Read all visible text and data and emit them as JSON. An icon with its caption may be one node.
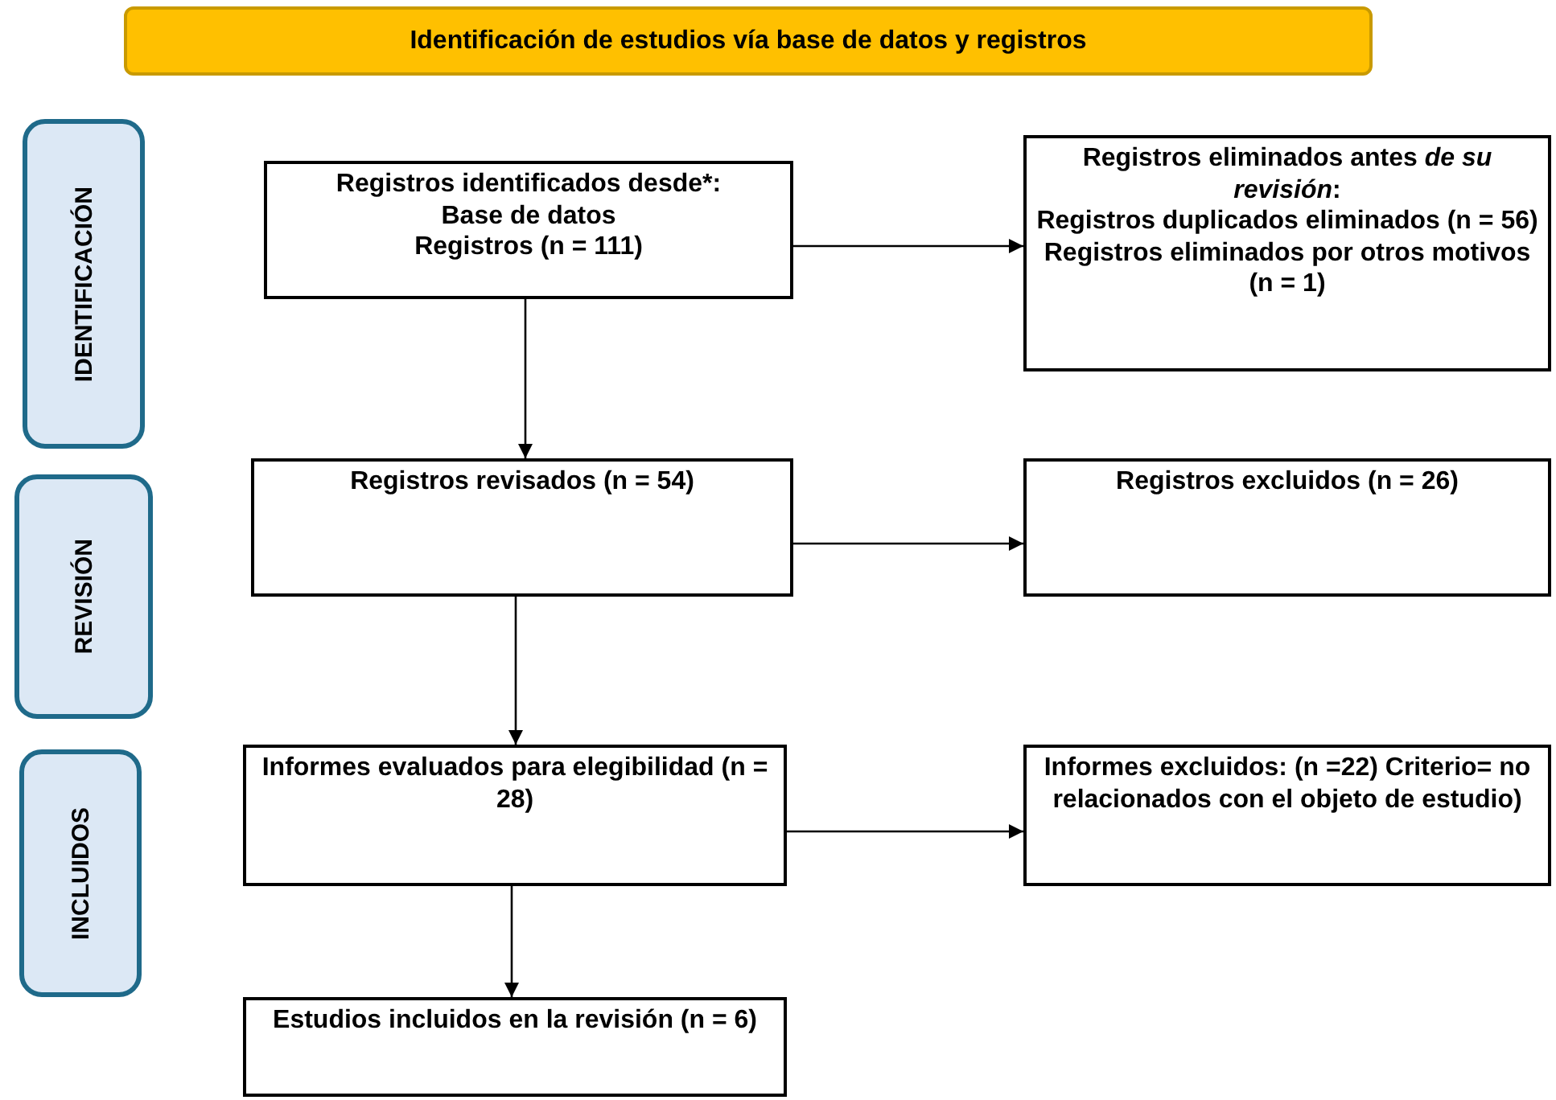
{
  "diagram": {
    "nodes": [
      {
        "text": [
          "Identificación de estudios vía base de datos y registros"
        ]
      },
      {
        "text": [
          "IDENTIFICACIÓN"
        ]
      },
      {
        "text": [
          "REVISIÓN"
        ]
      },
      {
        "text": [
          "INCLUIDOS"
        ]
      },
      {
        "text": [
          "Registros identificados desde*:",
          "Base de datos",
          "Registros (n = 111)"
        ]
      },
      {
        "text": [
          "Registros eliminados antes *de su revisión*:",
          "Registros duplicados eliminados (n = 56)",
          "Registros eliminados por otros motivos (n = 1)"
        ]
      },
      {
        "text": [
          "Registros revisados (n = 54)"
        ]
      },
      {
        "text": [
          "Registros excluidos (n = 26)"
        ]
      },
      {
        "text": [
          "Informes evaluados para elegibilidad (n = 28)"
        ]
      },
      {
        "text": [
          "Informes excluidos: (n =22) Criterio= no relacionados con el objeto de estudio)"
        ]
      },
      {
        "text": [
          "Estudios incluidos en la revisión (n = 6)"
        ]
      }
    ],
    "edges": [
      {
        "from": 4,
        "to": 5,
        "arrow": "to"
      },
      {
        "from": 4,
        "to": 6,
        "arrow": "to"
      },
      {
        "from": 6,
        "to": 7,
        "arrow": "to"
      },
      {
        "from": 6,
        "to": 8,
        "arrow": "to"
      },
      {
        "from": 8,
        "to": 9,
        "arrow": "to"
      },
      {
        "from": 8,
        "to": 10,
        "arrow": "to"
      }
    ]
  }
}
